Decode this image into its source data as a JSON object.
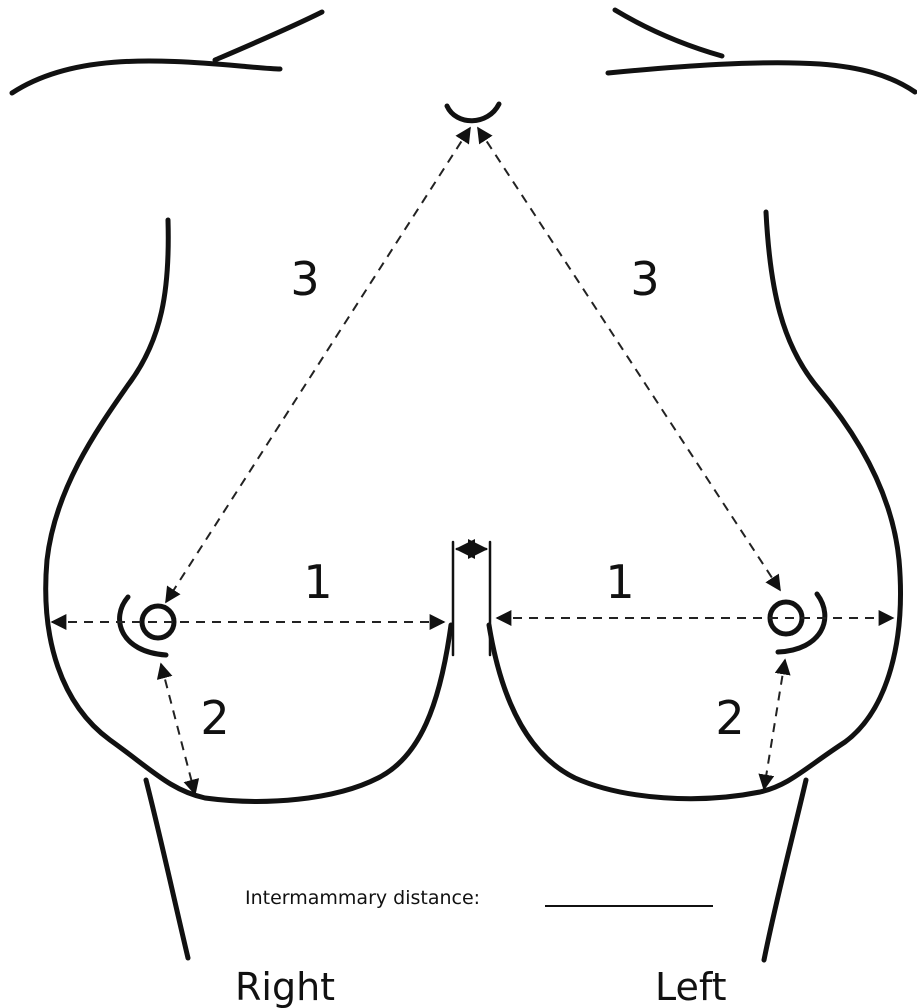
{
  "measurements": {
    "right_1": "1",
    "right_2": "2",
    "right_3": "3",
    "left_1": "1",
    "left_2": "2",
    "left_3": "3"
  },
  "sides": {
    "right": "Right",
    "left": "Left"
  },
  "intermammary_label": "Intermammary distance:"
}
